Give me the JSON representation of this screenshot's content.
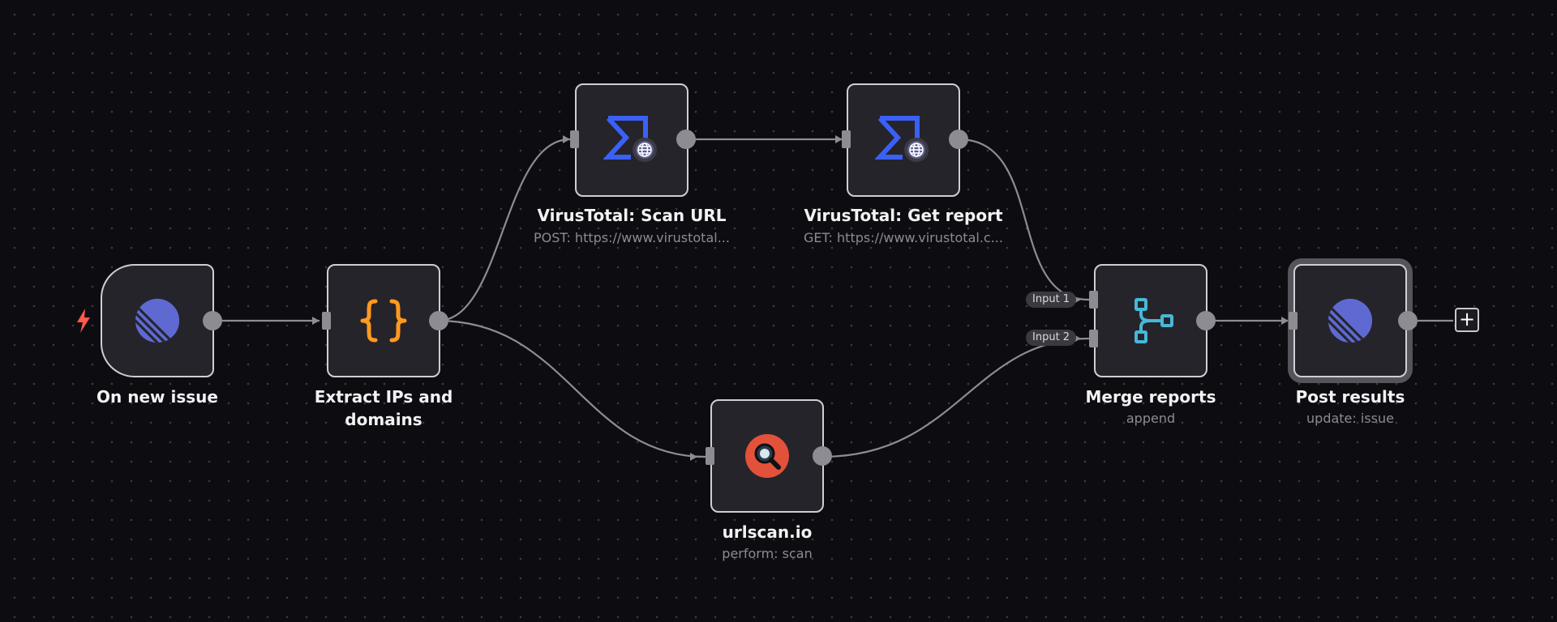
{
  "nodes": {
    "on_new_issue": {
      "label": "On new issue",
      "icon": "linear-logo-icon"
    },
    "extract": {
      "label": "Extract IPs and domains",
      "icon": "curly-braces-icon"
    },
    "vt_scan": {
      "label": "VirusTotal: Scan URL",
      "subtitle": "POST: https://www.virustotal...",
      "icon": "virustotal-http-icon"
    },
    "vt_report": {
      "label": "VirusTotal: Get report",
      "subtitle": "GET: https://www.virustotal.c...",
      "icon": "virustotal-http-icon"
    },
    "urlscan": {
      "label": "urlscan.io",
      "subtitle": "perform: scan",
      "icon": "urlscan-magnifier-icon"
    },
    "merge": {
      "label": "Merge reports",
      "subtitle": "append",
      "icon": "merge-branch-icon",
      "inputs": [
        "Input 1",
        "Input 2"
      ]
    },
    "post": {
      "label": "Post results",
      "subtitle": "update: issue",
      "icon": "linear-logo-icon"
    }
  },
  "add_button": {
    "symbol": "+",
    "icon": "plus-icon"
  },
  "colors": {
    "background": "#0d0d11",
    "node_fill": "#26242b",
    "node_border": "#cfcdd6",
    "edge": "#8d8c93",
    "linear_purple": "#5e6ad2",
    "code_orange": "#ff9a1f",
    "virustotal_blue": "#3b60f6",
    "merge_cyan": "#47b8d6",
    "urlscan_red": "#e2513a",
    "trigger_red": "#ff5a4a"
  }
}
